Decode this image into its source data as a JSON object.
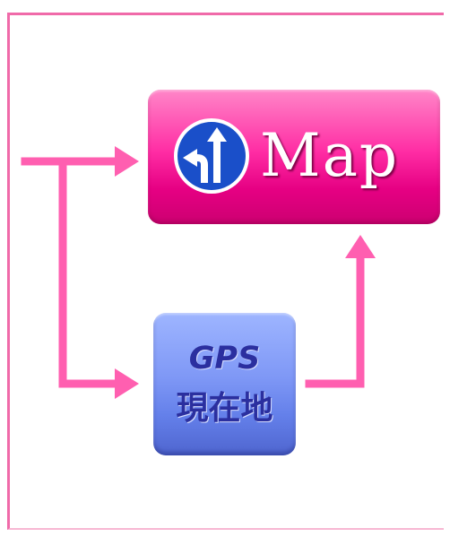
{
  "map_button": {
    "label": "Map",
    "icon": "turn-left-or-straight-sign-icon"
  },
  "gps_button": {
    "line1": "GPS",
    "line2": "現在地"
  },
  "colors": {
    "frame": "#f06aa9",
    "arrow": "#ff5fb0",
    "map_button": "#ff2da4",
    "gps_button": "#7f98f6",
    "gps_text": "#2b2f9f",
    "sign_blue": "#1a4fc9"
  }
}
